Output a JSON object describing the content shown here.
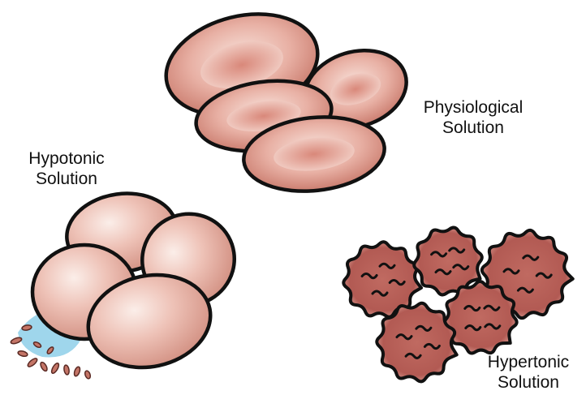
{
  "labels": {
    "physiological": {
      "line1": "Physiological",
      "line2": "Solution"
    },
    "hypotonic": {
      "line1": "Hypotonic",
      "line2": "Solution"
    },
    "hypertonic": {
      "line1": "Hypertonic",
      "line2": "Solution"
    }
  },
  "colors": {
    "cell_fill": "#e2a396",
    "cell_edge": "#c8786a",
    "cell_highlight": "#f8e6df",
    "crenated_fill": "#b85f57",
    "outline": "#111111",
    "leak_fluid": "#9fd6ec",
    "leak_fragments": "#c47567"
  }
}
